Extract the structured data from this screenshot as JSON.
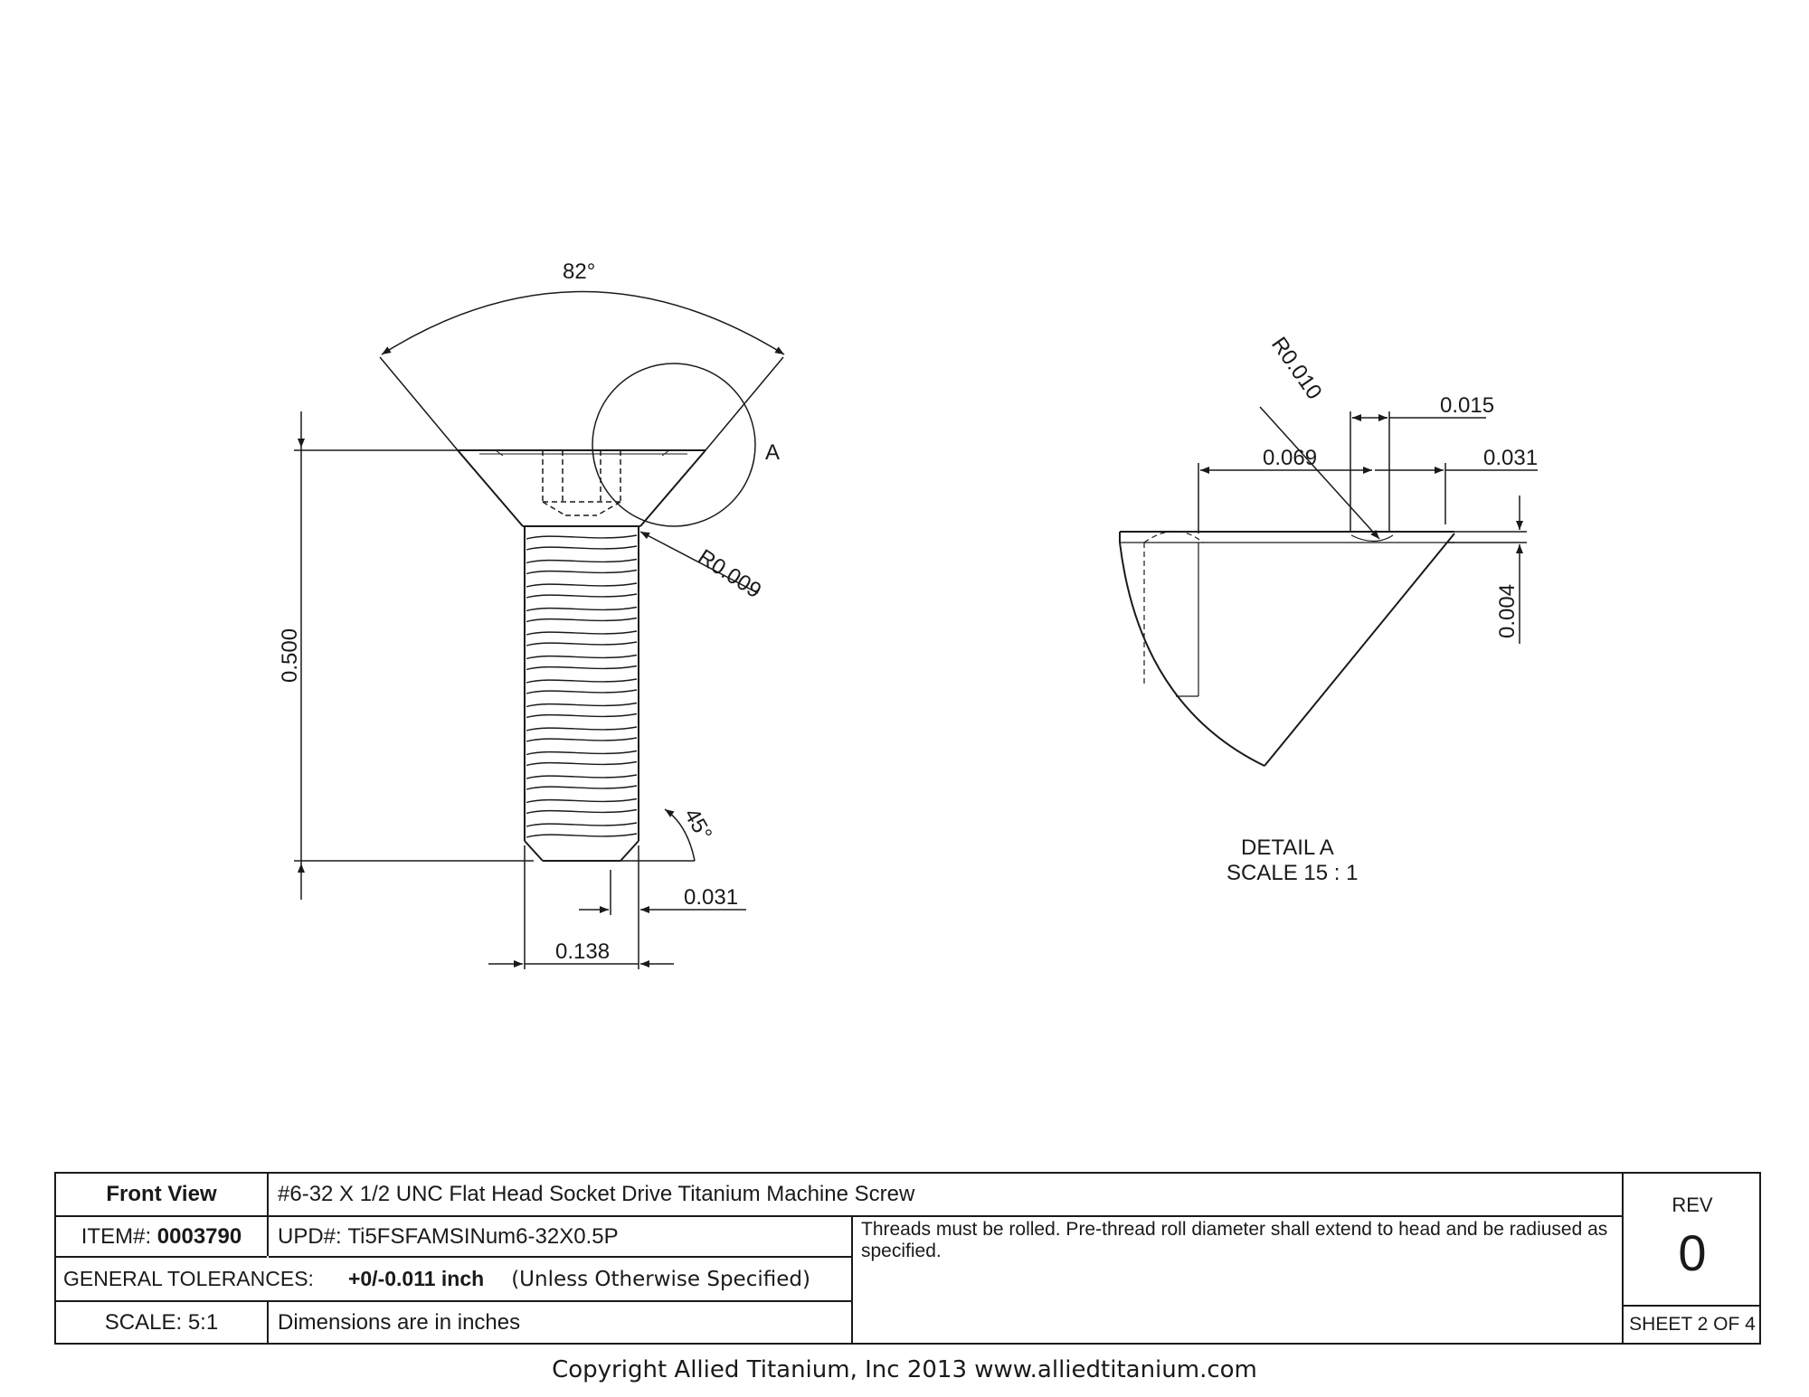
{
  "front_view": {
    "angle_label": "82°",
    "detail_callout": "A",
    "radius_label": "R0.009",
    "length_label": "0.500",
    "chamfer_angle_label": "45°",
    "chamfer_label": "0.031",
    "diameter_label": "0.138"
  },
  "detail_view": {
    "radius_label": "R0.010",
    "dim_015": "0.015",
    "dim_069": "0.069",
    "dim_031": "0.031",
    "dim_004": "0.004",
    "caption_line1": "DETAIL A",
    "caption_line2": "SCALE 15 : 1"
  },
  "title_block": {
    "view_name": "Front View",
    "description": "#6-32 X 1/2 UNC Flat Head Socket Drive Titanium Machine Screw",
    "item_label": "ITEM#:",
    "item_number": "0003790",
    "upd_label": "UPD#:",
    "upd_number": "Ti5FSFAMSINum6-32X0.5P",
    "notes": "Threads must be rolled. Pre-thread roll diameter shall extend to head and be radiused as specified.",
    "tolerance_label": "GENERAL TOLERANCES:",
    "tolerance_value": "+0/-0.011 inch",
    "tolerance_note": "(Unless Otherwise Specified)",
    "scale_label": "SCALE: 5:1",
    "units_note": "Dimensions are in inches",
    "rev_label": "REV",
    "rev_value": "0",
    "sheet": "SHEET 2 OF 4"
  },
  "copyright": "Copyright Allied Titanium, Inc 2013 www.alliedtitanium.com",
  "colors": {
    "line": "#1a1a1a",
    "background": "#ffffff"
  }
}
